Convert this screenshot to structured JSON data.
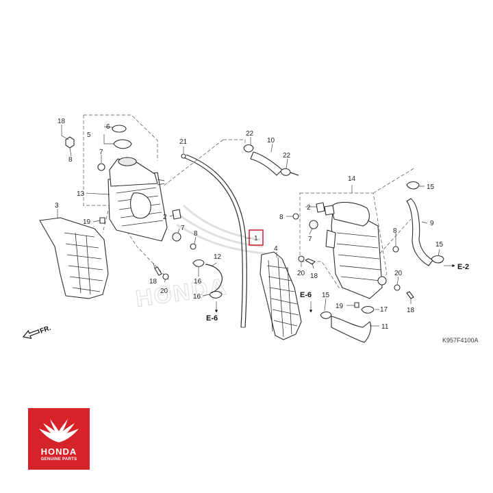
{
  "diagram": {
    "drawing_code": "K957F4100A",
    "highlighted_callout": "1",
    "watermark_text": "HONDA",
    "callouts": {
      "c18_a": "18",
      "c8_a": "8",
      "c6": "6",
      "c5": "5",
      "c7_a": "7",
      "c13": "13",
      "c3": "3",
      "c19_a": "19",
      "c21": "21",
      "c22_a": "22",
      "c10": "10",
      "c22_b": "22",
      "c2_a": "2",
      "c7_b": "7",
      "c8_b": "8",
      "c12": "12",
      "c18_b": "18",
      "c16_a": "16",
      "c20_a": "20",
      "c16_b": "16",
      "c1": "1",
      "c4": "4",
      "c14": "14",
      "c15_a": "15",
      "c9": "9",
      "c2_b": "2",
      "c8_c": "8",
      "c7_c": "7",
      "c20_b": "20",
      "c18_c": "18",
      "c8_d": "8",
      "c15_b": "15",
      "c20_c": "20",
      "c18_d": "18",
      "c15_c": "15",
      "c19_b": "19",
      "c17": "17",
      "c11": "11"
    },
    "refs": {
      "e6_a": "E-6",
      "e6_b": "E-6",
      "e2": "E-2"
    },
    "direction_label": "FR."
  },
  "logo": {
    "brand": "HONDA",
    "tagline": "GENUINE PARTS",
    "color": "#d6232a"
  },
  "colors": {
    "highlight": "#d22630",
    "line": "#2b2b2b"
  }
}
